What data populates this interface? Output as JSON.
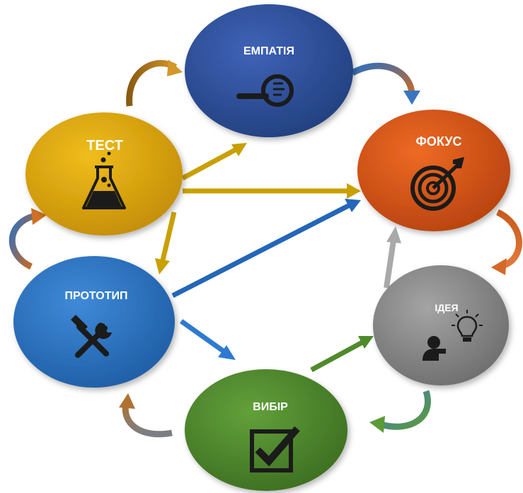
{
  "nodes": {
    "empathy": {
      "label": "ЕМПАТІЯ",
      "icon": "magnifier-icon",
      "color": "#2e4f9e"
    },
    "focus": {
      "label": "ФОКУС",
      "icon": "target-icon",
      "color": "#d9541a"
    },
    "idea": {
      "label": "ІДЕЯ",
      "icon": "idea-person-icon",
      "color": "#8c8c8c"
    },
    "choice": {
      "label": "ВИБІР",
      "icon": "checkbox-icon",
      "color": "#4e8a2e"
    },
    "prototype": {
      "label": "ПРОТОТИП",
      "icon": "tools-icon",
      "color": "#2e73c2"
    },
    "test": {
      "label": "ТЕСТ",
      "icon": "flask-icon",
      "color": "#d6a30c"
    }
  },
  "arrow_colors": {
    "test": "#c9a000",
    "prototype": "#2466b8",
    "choice": "#4f8a2c",
    "idea": "#a9a9a9"
  }
}
